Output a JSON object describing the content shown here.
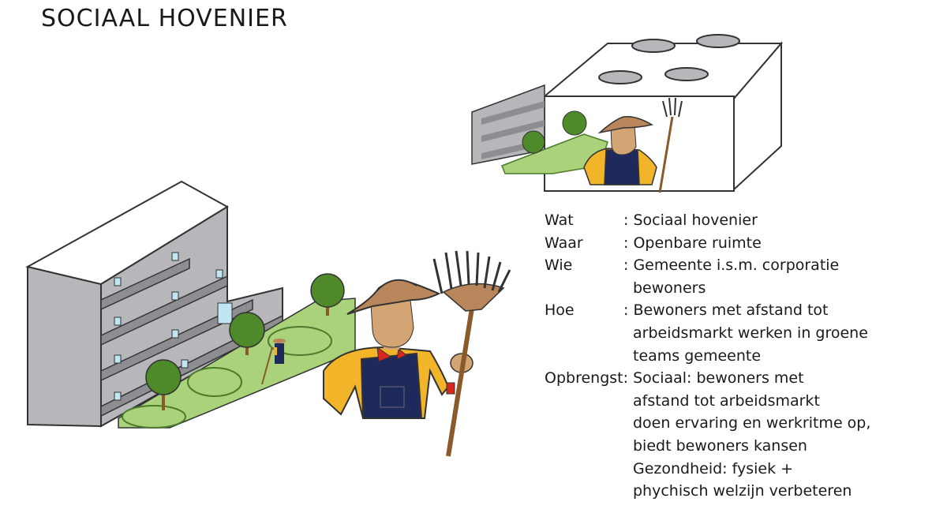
{
  "title": "SOCIAAL HOVENIER",
  "info": {
    "wat": {
      "label": "Wat",
      "value": ": Sociaal hovenier"
    },
    "waar": {
      "label": "Waar",
      "value": ": Openbare ruimte"
    },
    "wie": {
      "label": "Wie",
      "lines": [
        ": Gemeente i.s.m. corporatie",
        "bewoners"
      ]
    },
    "hoe": {
      "label": "Hoe",
      "lines": [
        ": Bewoners met afstand tot",
        "arbeidsmarkt werken in groene",
        "teams gemeente"
      ]
    },
    "opbrengst": {
      "label": "Opbrengst",
      "first": ": Sociaal: bewoners met",
      "lines": [
        "afstand tot arbeidsmarkt",
        "doen ervaring en werkritme op,",
        "biedt bewoners kansen",
        "Gezondheid: fysiek +",
        "phychisch welzijn verbeteren"
      ]
    }
  },
  "colors": {
    "building": "#b7b7bb",
    "building_dark": "#8e8e92",
    "grass": "#a9d27a",
    "tree": "#4f8a2a",
    "trunk": "#8b5a2b",
    "hat": "#b8865a",
    "skin": "#d4a574",
    "shirt": "#f2b52a",
    "overalls": "#1f2a5c",
    "collar": "#d6281f",
    "window": "#bfe6f2"
  },
  "icons": [
    "gardener-figure",
    "rake-icon",
    "apartment-building",
    "lego-brick"
  ]
}
